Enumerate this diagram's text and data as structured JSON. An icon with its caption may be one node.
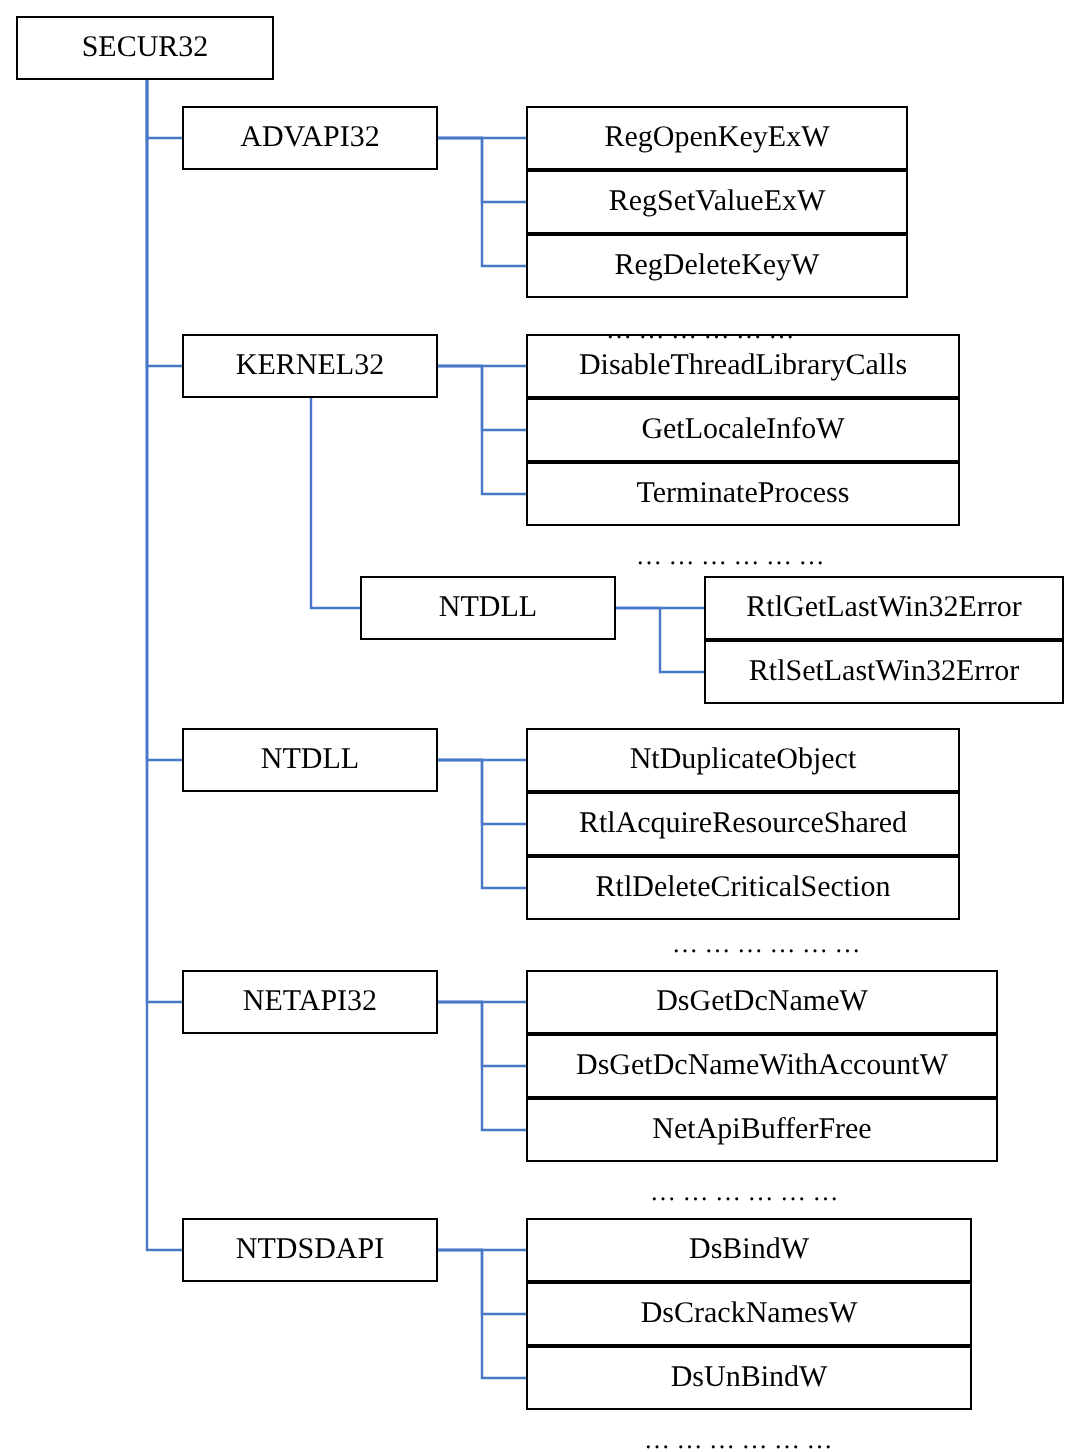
{
  "diagram": {
    "nodes": [
      {
        "text": [
          "SECUR32"
        ]
      },
      {
        "text": [
          "ADVAPI32"
        ]
      },
      {
        "text": [
          "RegOpenKeyExW"
        ]
      },
      {
        "text": [
          "RegSetValueExW"
        ]
      },
      {
        "text": [
          "RegDeleteKeyW"
        ]
      },
      {
        "text": [
          "KERNEL32"
        ]
      },
      {
        "text": [
          "DisableThreadLibraryCalls"
        ]
      },
      {
        "text": [
          "GetLocaleInfoW"
        ]
      },
      {
        "text": [
          "TerminateProcess"
        ]
      },
      {
        "text": [
          "NTDLL"
        ]
      },
      {
        "text": [
          "RtlGetLastWin32Error"
        ]
      },
      {
        "text": [
          "RtlSetLastWin32Error"
        ]
      },
      {
        "text": [
          "NTDLL"
        ]
      },
      {
        "text": [
          "NtDuplicateObject"
        ]
      },
      {
        "text": [
          "RtlAcquireResourceShared"
        ]
      },
      {
        "text": [
          "RtlDeleteCriticalSection"
        ]
      },
      {
        "text": [
          "NETAPI32"
        ]
      },
      {
        "text": [
          "DsGetDcNameW"
        ]
      },
      {
        "text": [
          "DsGetDcNameWithAccountW"
        ]
      },
      {
        "text": [
          "NetApiBufferFree"
        ]
      },
      {
        "text": [
          "NTDSDAPI"
        ]
      },
      {
        "text": [
          "DsBindW"
        ]
      },
      {
        "text": [
          "DsCrackNamesW"
        ]
      },
      {
        "text": [
          "DsUnBindW"
        ]
      }
    ],
    "edges": [
      {
        "from": 0,
        "to": 1,
        "arrow": "none"
      },
      {
        "from": 1,
        "to": 2,
        "arrow": "none"
      },
      {
        "from": 1,
        "to": 3,
        "arrow": "none"
      },
      {
        "from": 1,
        "to": 4,
        "arrow": "none"
      },
      {
        "from": 0,
        "to": 5,
        "arrow": "none"
      },
      {
        "from": 5,
        "to": 6,
        "arrow": "none"
      },
      {
        "from": 5,
        "to": 7,
        "arrow": "none"
      },
      {
        "from": 5,
        "to": 8,
        "arrow": "none"
      },
      {
        "from": 5,
        "to": 9,
        "arrow": "none"
      },
      {
        "from": 9,
        "to": 10,
        "arrow": "none"
      },
      {
        "from": 9,
        "to": 11,
        "arrow": "none"
      },
      {
        "from": 0,
        "to": 12,
        "arrow": "none"
      },
      {
        "from": 12,
        "to": 13,
        "arrow": "none"
      },
      {
        "from": 12,
        "to": 14,
        "arrow": "none"
      },
      {
        "from": 12,
        "to": 15,
        "arrow": "none"
      },
      {
        "from": 0,
        "to": 16,
        "arrow": "none"
      },
      {
        "from": 16,
        "to": 17,
        "arrow": "none"
      },
      {
        "from": 16,
        "to": 18,
        "arrow": "none"
      },
      {
        "from": 16,
        "to": 19,
        "arrow": "none"
      },
      {
        "from": 0,
        "to": 20,
        "arrow": "none"
      },
      {
        "from": 20,
        "to": 21,
        "arrow": "none"
      },
      {
        "from": 20,
        "to": 22,
        "arrow": "none"
      },
      {
        "from": 20,
        "to": 23,
        "arrow": "none"
      }
    ],
    "labels": [
      "… … … … … …",
      "… … … … … …",
      "… … … … … …",
      "… … … … … …",
      "… … … … … …"
    ]
  }
}
